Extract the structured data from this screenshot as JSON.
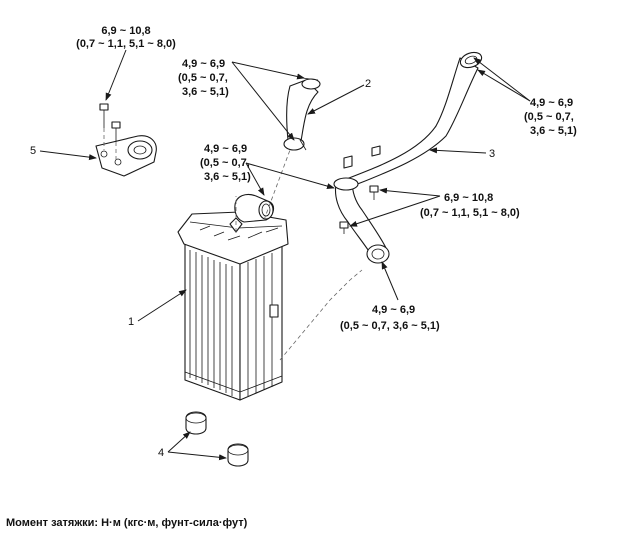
{
  "callouts": {
    "part1": "1",
    "part2": "2",
    "part3": "3",
    "part4": "4",
    "part5": "5"
  },
  "torques": {
    "bracket_top_line1": "6,9 ~ 10,8",
    "bracket_top_line2": "(0,7 ~ 1,1, 5,1 ~ 8,0)",
    "hose2_line1": "4,9 ~ 6,9",
    "hose2_line2": "(0,5 ~ 0,7,",
    "hose2_line3": "3,6 ~ 5,1)",
    "pipe3_end_line1": "4,9 ~ 6,9",
    "pipe3_end_line2": "(0,5 ~ 0,7,",
    "pipe3_end_line3": "3,6 ~ 5,1)",
    "mid_line1": "4,9 ~ 6,9",
    "mid_line2": "(0,5 ~ 0,7,",
    "mid_line3": "3,6 ~ 5,1)",
    "bolt3_line1": "6,9 ~ 10,8",
    "bolt3_line2": "(0,7 ~ 1,1, 5,1 ~ 8,0)",
    "lower_line1": "4,9 ~ 6,9",
    "lower_line2": "(0,5 ~ 0,7,  3,6 ~ 5,1)"
  },
  "footer": {
    "legend": "Момент затяжки: Н·м (кгс·м, фунт-сила·фут)"
  }
}
